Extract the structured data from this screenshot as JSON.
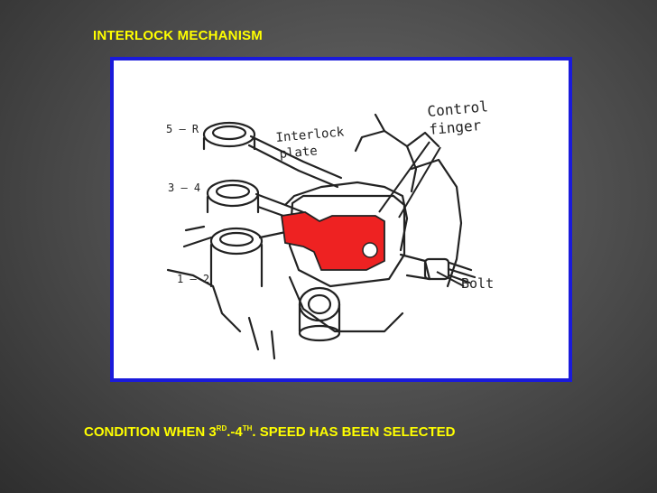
{
  "slide": {
    "title": "INTERLOCK MECHANISM",
    "caption": {
      "part1": "CONDITION WHEN 3",
      "sup1": "RD",
      "part2": ".-4",
      "sup2": "TH",
      "part3": ". SPEED HAS BEEN SELECTED"
    }
  },
  "diagram": {
    "labels": {
      "gear_5r": "5 — R",
      "gear_34": "3 — 4",
      "gear_12": "1 — 2",
      "interlock_line1": "Interlock",
      "interlock_line2": "plate",
      "control_line1": "Control",
      "control_line2": "finger",
      "bolt": "Bolt"
    },
    "colors": {
      "highlight": "#ee2222",
      "frame_border": "#1a1adb",
      "text_yellow": "#ffff00"
    }
  }
}
